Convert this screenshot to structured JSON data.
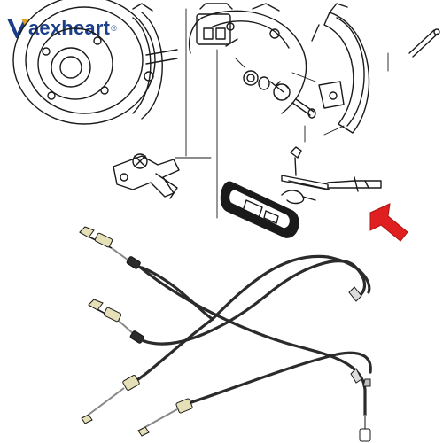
{
  "brand": {
    "name": "Vaexheart",
    "mark": "V",
    "text": "aexheart",
    "trademark": "®",
    "color": "#1c3f8a",
    "accent": "#e3a21a"
  },
  "colors": {
    "line_art": "#1a1a1a",
    "cable": "#2b2b2b",
    "arrow": "#e02020"
  },
  "icons": [
    "red-arrow-icon"
  ]
}
